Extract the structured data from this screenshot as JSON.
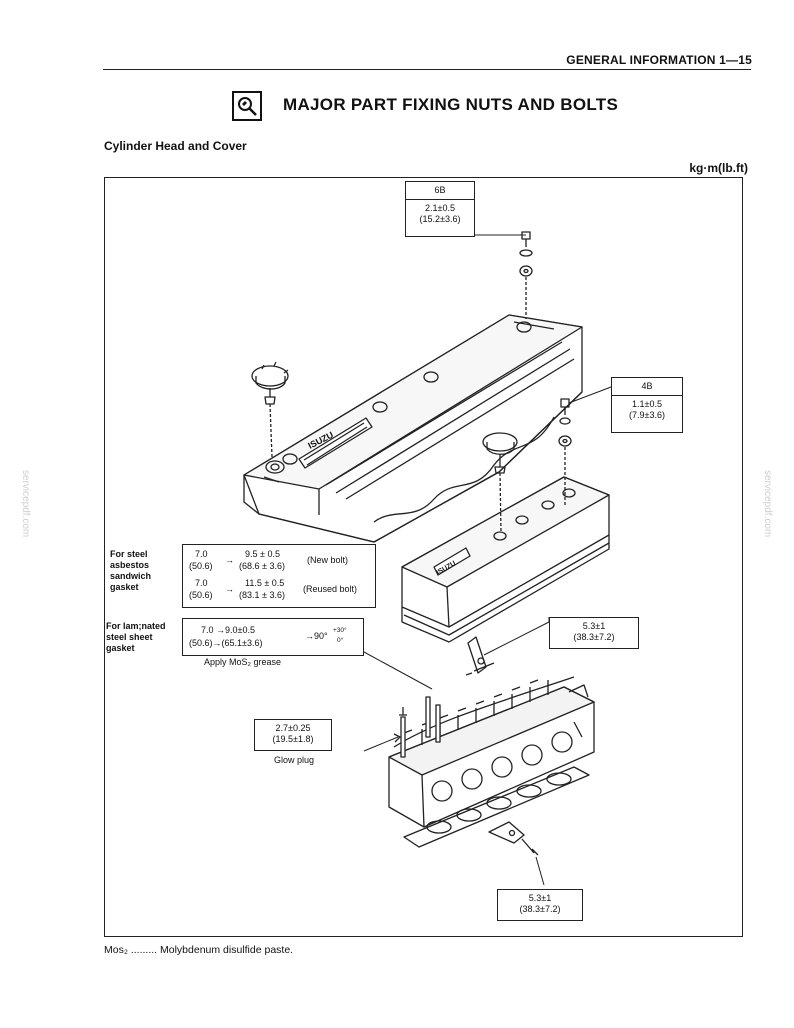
{
  "header": {
    "text": "GENERAL INFORMATION 1—15"
  },
  "title": {
    "icon": "wrench-magnifier-icon",
    "text": "MAJOR PART FIXING NUTS AND BOLTS"
  },
  "section": {
    "title": "Cylinder Head and Cover"
  },
  "units": {
    "text": "kg·m(lb.ft)"
  },
  "spec_6b": {
    "label": "6B",
    "value": "2.1±0.5",
    "value_lbft": "(15.2±3.6)"
  },
  "spec_4b": {
    "label": "4B",
    "value": "1.1±0.5",
    "value_lbft": "(7.9±3.6)"
  },
  "asbestos": {
    "label_lines": [
      "For steel",
      "asbestos",
      "sandwich",
      "gasket"
    ],
    "row1": {
      "initial": "7.0",
      "initial_lbft": "(50.6)",
      "final": "9.5 ± 0.5",
      "final_lbft": "(68.6 ± 3.6)",
      "note": "(New bolt)"
    },
    "row2": {
      "initial": "7.0",
      "initial_lbft": "(50.6)",
      "final": "11.5 ± 0.5",
      "final_lbft": "(83.1 ± 3.6)",
      "note": "(Reused bolt)"
    },
    "arrow": "→"
  },
  "laminated": {
    "label_lines": [
      "For lam;nated",
      "steel sheet",
      "gasket"
    ],
    "line1": "7.0 →9.0±0.5",
    "line2": "(50.6)→(65.1±3.6)",
    "angle": "→90°",
    "angle_plus": "+30°",
    "angle_minus": "0°",
    "note": "Apply MoS₂ grease"
  },
  "spec_bracket_top": {
    "value": "5.3±1",
    "value_lbft": "(38.3±7.2)"
  },
  "spec_glow_plug": {
    "value": "2.7±0.25",
    "value_lbft": "(19.5±1.8)",
    "caption": "Glow plug"
  },
  "spec_bracket_bottom": {
    "value": "5.3±1",
    "value_lbft": "(38.3±7.2)"
  },
  "cover_brand": {
    "large": "ISUZU",
    "small": "ISUZU"
  },
  "footnote": {
    "text": "Mos₂ ......... Molybdenum disulfide paste."
  },
  "watermark": {
    "text": "servicepdf.com"
  }
}
